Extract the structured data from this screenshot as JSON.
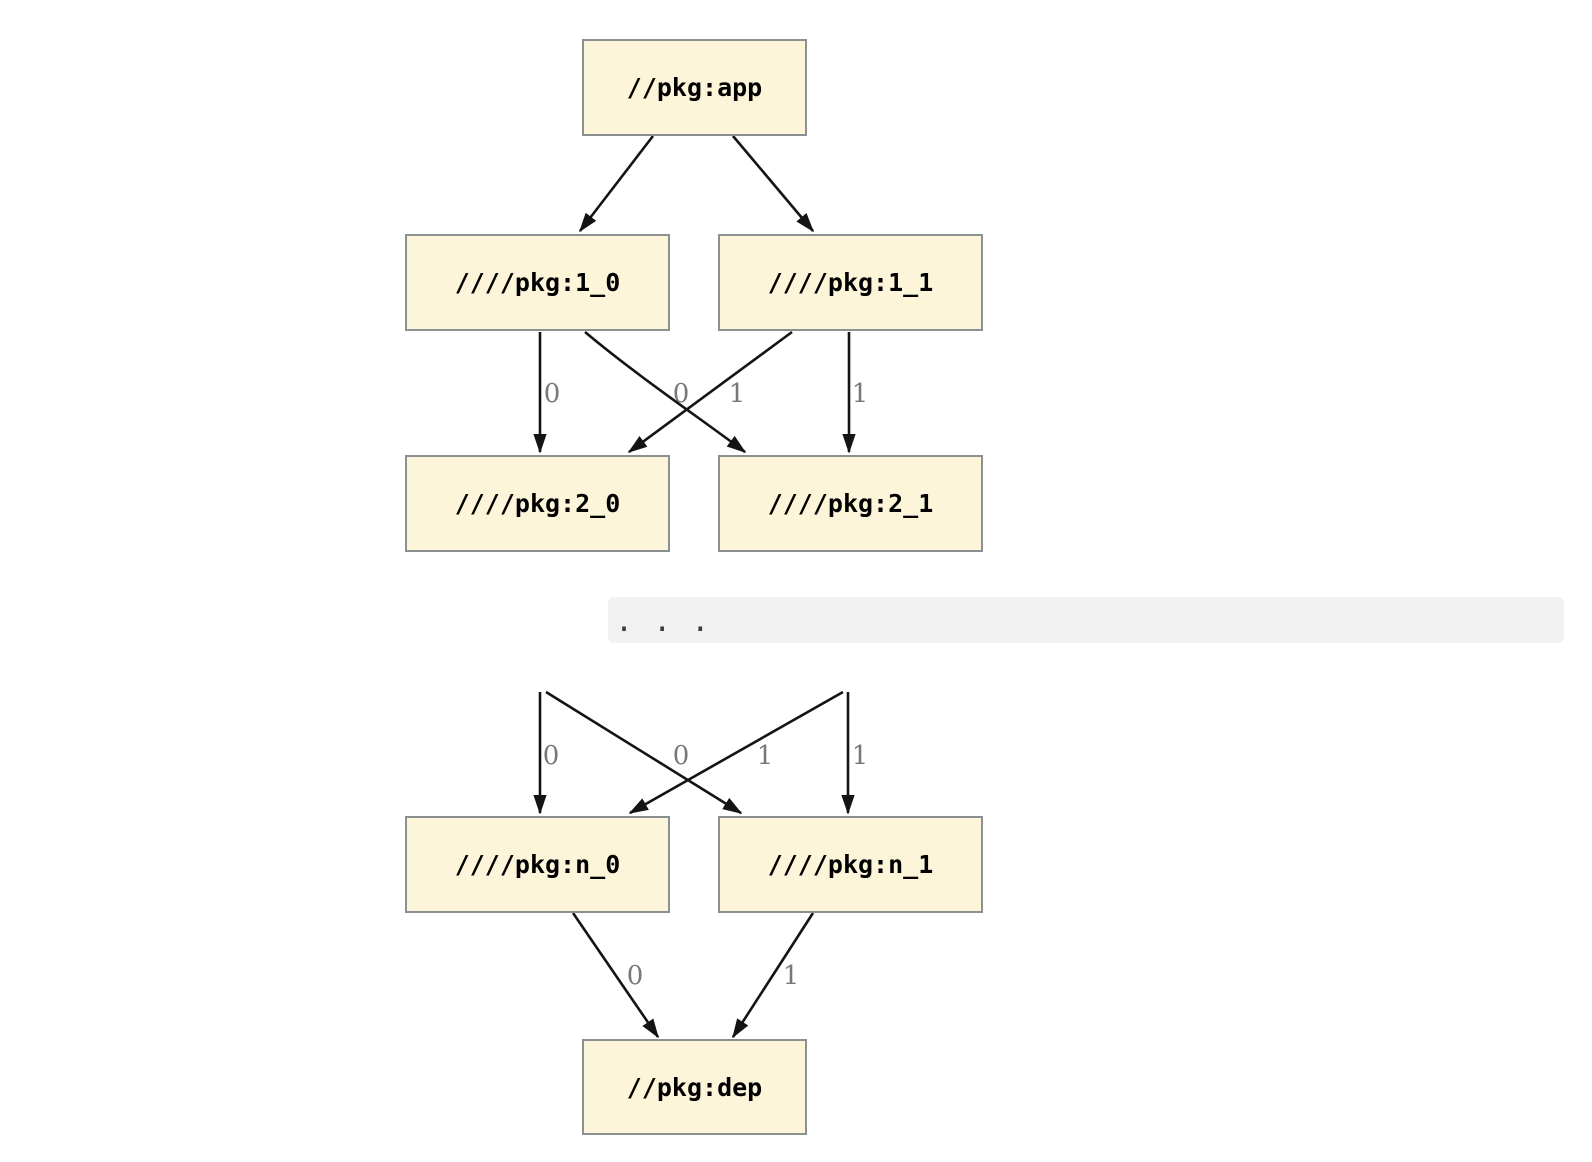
{
  "graph": {
    "type": "diagram",
    "description": "Build dependency graph with repeated versioned package levels",
    "nodes": [
      {
        "id": "app",
        "label": "//pkg:app"
      },
      {
        "id": "1_0",
        "label": "////pkg:1_0"
      },
      {
        "id": "1_1",
        "label": "////pkg:1_1"
      },
      {
        "id": "2_0",
        "label": "////pkg:2_0"
      },
      {
        "id": "2_1",
        "label": "////pkg:2_1"
      },
      {
        "id": "n_0",
        "label": "////pkg:n_0"
      },
      {
        "id": "n_1",
        "label": "////pkg:n_1"
      },
      {
        "id": "dep",
        "label": "//pkg:dep"
      }
    ],
    "edges": [
      {
        "from": "app",
        "to": "1_0",
        "label": ""
      },
      {
        "from": "app",
        "to": "1_1",
        "label": ""
      },
      {
        "from": "1_0",
        "to": "2_0",
        "label": "0"
      },
      {
        "from": "1_0",
        "to": "2_1",
        "label": "0"
      },
      {
        "from": "1_1",
        "to": "2_0",
        "label": "1"
      },
      {
        "from": "1_1",
        "to": "2_1",
        "label": "1"
      },
      {
        "from": "ellipsis",
        "to": "n_0",
        "label": "0"
      },
      {
        "from": "ellipsis",
        "to": "n_1",
        "label": "0"
      },
      {
        "from": "ellipsis",
        "to": "n_0",
        "label": "1"
      },
      {
        "from": "ellipsis",
        "to": "n_1",
        "label": "1"
      },
      {
        "from": "n_0",
        "to": "dep",
        "label": "0"
      },
      {
        "from": "n_1",
        "to": "dep",
        "label": "1"
      }
    ],
    "ellipsis": ". . ."
  },
  "colors": {
    "node_fill": "#FCF5DA",
    "node_border": "#8B9191",
    "edge": "#141414",
    "edge_label": "#787878",
    "ellipsis_band": "#F1F1F1",
    "background": "#FFFFFF"
  }
}
